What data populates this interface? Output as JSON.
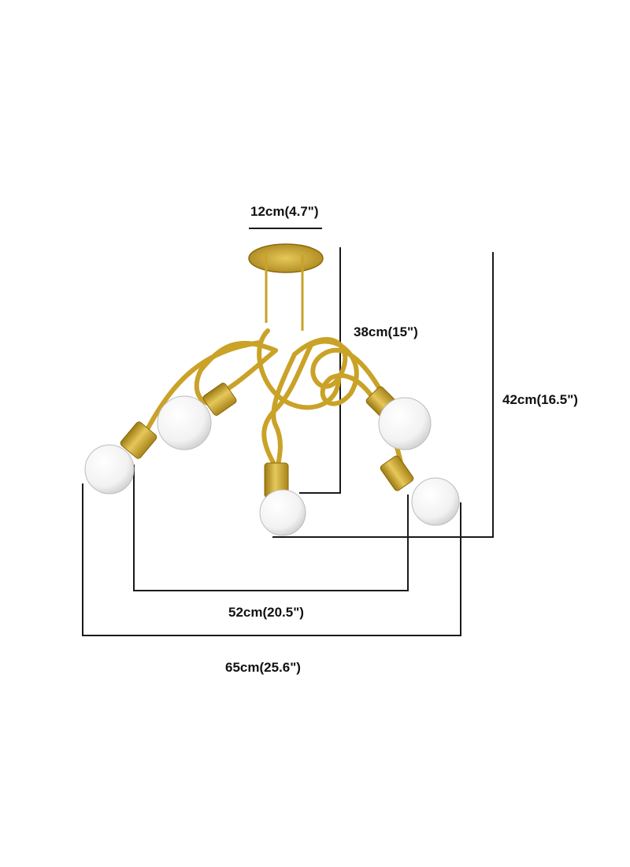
{
  "dimensions": {
    "canopy_width": "12cm(4.7\")",
    "arm_height": "38cm(15\")",
    "total_height": "42cm(16.5\")",
    "inner_span": "52cm(20.5\")",
    "overall_width": "65cm(25.6\")"
  },
  "colors": {
    "brass": "#c9a227",
    "brass_dark": "#9c7a12",
    "brass_light": "#e6c85a",
    "bulb": "#f4f4f4",
    "line": "#1a1a1a"
  },
  "product": {
    "fixture": "ceiling-chandelier",
    "bulb_count": 5
  }
}
